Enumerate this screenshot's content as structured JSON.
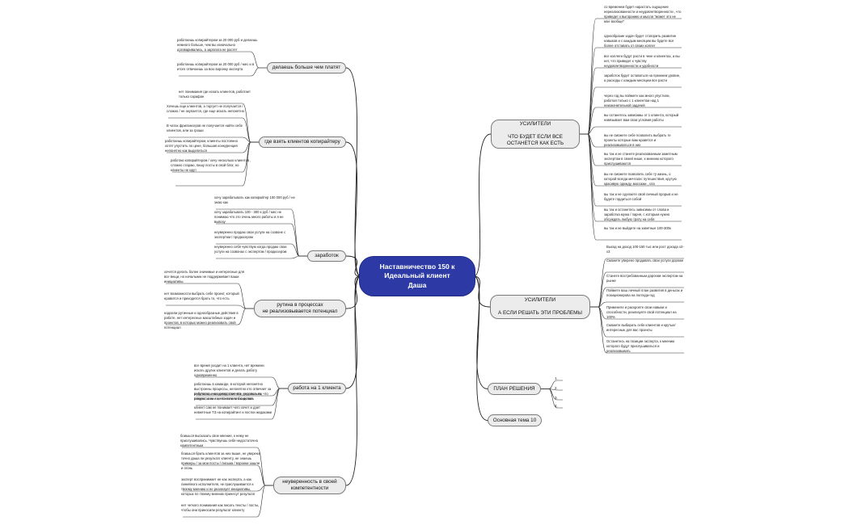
{
  "central": {
    "label": "Наставничество 150 к\nИдеальный клиент\nДаша"
  },
  "left_branches": [
    {
      "id": "earn-more",
      "label": "делаешь больше чем платят",
      "leaves": [
        "работаешь копирайтером за 20 000 руб и делаешь немного больше, чем вы изначально договаривались, а зарплата не растет",
        "работаешь копирайтером за 20 000 руб / мес и в итоге отвечаешь за всю воронку эксперта"
      ]
    },
    {
      "id": "where-clients",
      "label": "где взять клиентов копирайтеру",
      "leaves": [
        "нет понимания где искать клиентов, работает только сарафан",
        "Хочешь еще клиентов, а торгует не получается / сложно / не окупается, где еще искать непонятно",
        "В чатах фрилансеров не получается найти себе клиентов, или за гроши",
        "работаешь копирайтером, клиенты постоянно хотят упустить по цене, большая конкуренция непонятно как выделиться",
        "работаю копирайтером / хочу несколько клиентов , сложно стараю, пишу посты в свой блог, но клиенты не идут",
        ""
      ]
    },
    {
      "id": "income",
      "label": "заработок",
      "leaves": [
        "хочу зарабатывать как копирайтер 100 000 руб / не знаю как",
        "хочу зарабатывать 100 - 300 к руб / мес не понимаю что это очень много работы и я не вывозу",
        "неуверенно продаю свои услуги на созвоне с экспертом / продюсером",
        "неуверенно себя чувствую когда продаю свои услуги на созвонах с экспертом / продюсером"
      ]
    },
    {
      "id": "routine",
      "label": "рутина в процессах\nне реализовывается потенциал",
      "leaves": [
        "хочется делать более значимые и интересные для все вещи, но начальник не поддерживает ваши инициативы",
        "нет возможности выбрать себе проект, который нравится и приходится брать то, что есть",
        "надоели рутинные и однообразные действия в работе, нет интересных масштабных задач и проектов, в которых можно реализовать свой потенциал"
      ]
    },
    {
      "id": "one-client",
      "label": "работа на 1 клиента",
      "leaves": [
        "все время уходит на 1 клиента, нет времени искать других клиентов и делать работу одновременно",
        "работаешь в команде, в которой непонятно выстроены процессы, непонятно кто отвечает за результат, и как следствие все недовольны результатом и непонятно кто виноват",
        "работаешь на одного клиента, делаешь то, что говорят, а не то, что хотела бы делать",
        "клиент сам не понимает чего хочет и дает невнятные ТЗ на копирайтинг и постки жедаками"
      ]
    },
    {
      "id": "insecurity",
      "label": "неуверенность в своей\nкомпетентности",
      "leaves": [
        "боишься высказать свое мнение, к нему не прислушивались. Чувствуешь себя недостаточно компетентным",
        "боишься брать клиентов за них выше, не уверена точно даша ли результат клиенту, не знаешь примеры / за мои посты / письма / воронки зашли и огонь",
        "эксперт воспринимает не как эксперта, а как линейного исполнителя, не прислушивается к твоему мнению и не реализует инициативы, которых по твоему мнению принесут результат",
        "нет четкого понимания как писать тексты / посты, чтобы они приносили результат клиенту"
      ]
    }
  ],
  "right_branches": [
    {
      "id": "amplifiers-1",
      "label": "УСИЛИТЕЛИ\n\nЧТО БУДЕТ ЕСЛИ ВСЕ\nОСТАНЕТСЯ КАК ЕСТЬ",
      "leaves": [
        "со временем будет нарастать ощущение нереализованности и неудовлетворенности , что приведет к выгоранию и мысли \"может это не мое вообще\"",
        "однообразие задач будет стопорить развитие навыков и с каждым месяцем вы будете все более отставать от своих коллег",
        "все коллеги будут расти в чеке и клиентах, а вы нет, что приведет к чувству неудовлетворенности и удобности",
        "заработок будет оставаться на прежнем уровне, а расходы с каждым месяцем все расти",
        "через год вы поймете как много упустили, работая только с 1 клиентом над 1 неизначительной задачей",
        "вы останетесь зависимы от 1 клиента, который навязывает вам свои условия работы",
        "вы не сможете себе позволить выбрать те проекты которые вам нравятся и реализовываться в них",
        "вы так и не станете реализованным заметным экспертом в своей нише, к мнению которого прислушиваются",
        "вы не сможете позволить себе ту жизнь, о которой всегда мечтали: путешествия, крутую красивую одежду, массажи , спа",
        "вы так и не сделаете свой личный прорыв и не будете гордиться собой",
        "вы так и останетесь зависимы от слова и заработка мужа / парня, с которым нужно обсуждать любую трату на себя",
        "вы так и не выйдете на заветные 100-300к"
      ]
    },
    {
      "id": "amplifiers-2",
      "label": "УСИЛИТЕЛИ\n\nА ЕСЛИ РЕШАТЬ ЭТИ ПРОБЛЕМЫ",
      "leaves": [
        "Выход на доход 100-150 тыс или рост дохода х2-х3",
        "Сможете уверено продавать свои услуги дороже",
        "Станете востребованным дорогим экспертом на рынке",
        "Поймете ваш личный план развития в деньгах и позиционирова на полгода-год",
        "Примените и раскроете свои навыки и способности, реализуете свой потенциал на 100%",
        "Сможете выбирать себе клиентов и крутые/ интересные для вас проекты",
        "Останетесь на позиции эксперта, к мнению которого будут прислушиваться и реализовывать"
      ]
    },
    {
      "id": "solution-plan",
      "label": "ПЛАН РЕШЕНИЯ",
      "leaves": [
        "1.",
        "2.",
        "3.",
        "4."
      ]
    },
    {
      "id": "main-topic",
      "label": "Основная тема 10",
      "leaves": []
    }
  ]
}
